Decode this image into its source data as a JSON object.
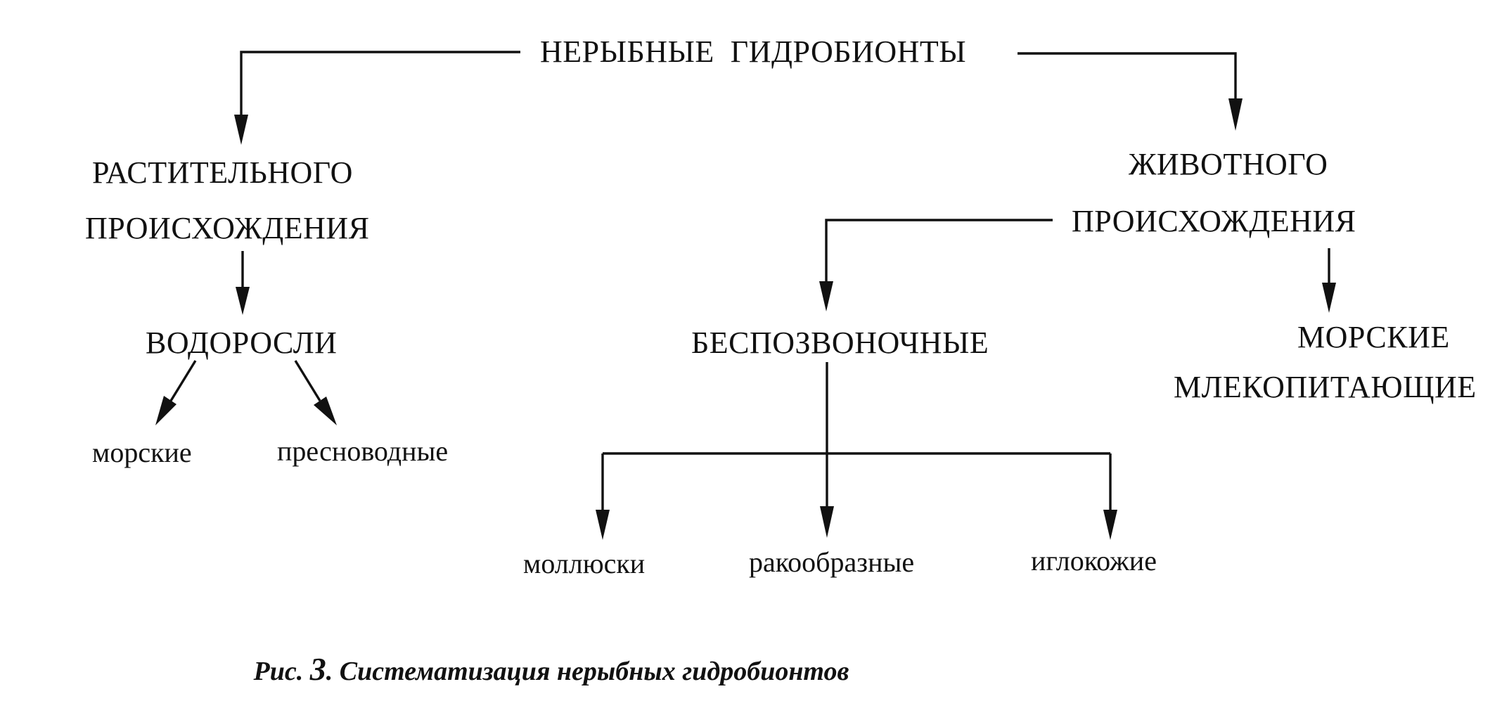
{
  "diagram": {
    "root": "НЕРЫБНЫЕ  ГИДРОБИОНТЫ",
    "plant_origin": {
      "line1": "РАСТИТЕЛЬНОГО",
      "line2": "ПРОИСХОЖДЕНИЯ"
    },
    "animal_origin": {
      "line1": "ЖИВОТНОГО",
      "line2": "ПРОИСХОЖДЕНИЯ"
    },
    "algae": "ВОДОРОСЛИ",
    "algae_children": [
      "морские",
      "пресноводные"
    ],
    "invertebrates": "БЕСПОЗВОНОЧНЫЕ",
    "invertebrates_children": [
      "моллюски",
      "ракообразные",
      "иглокожие"
    ],
    "marine_mammals": {
      "line1": "МОРСКИЕ",
      "line2": "МЛЕКОПИТАЮЩИЕ"
    }
  },
  "caption": {
    "prefix": "Рис.",
    "number": "3",
    "text": ". Систематизация нерыбных гидробионтов"
  }
}
